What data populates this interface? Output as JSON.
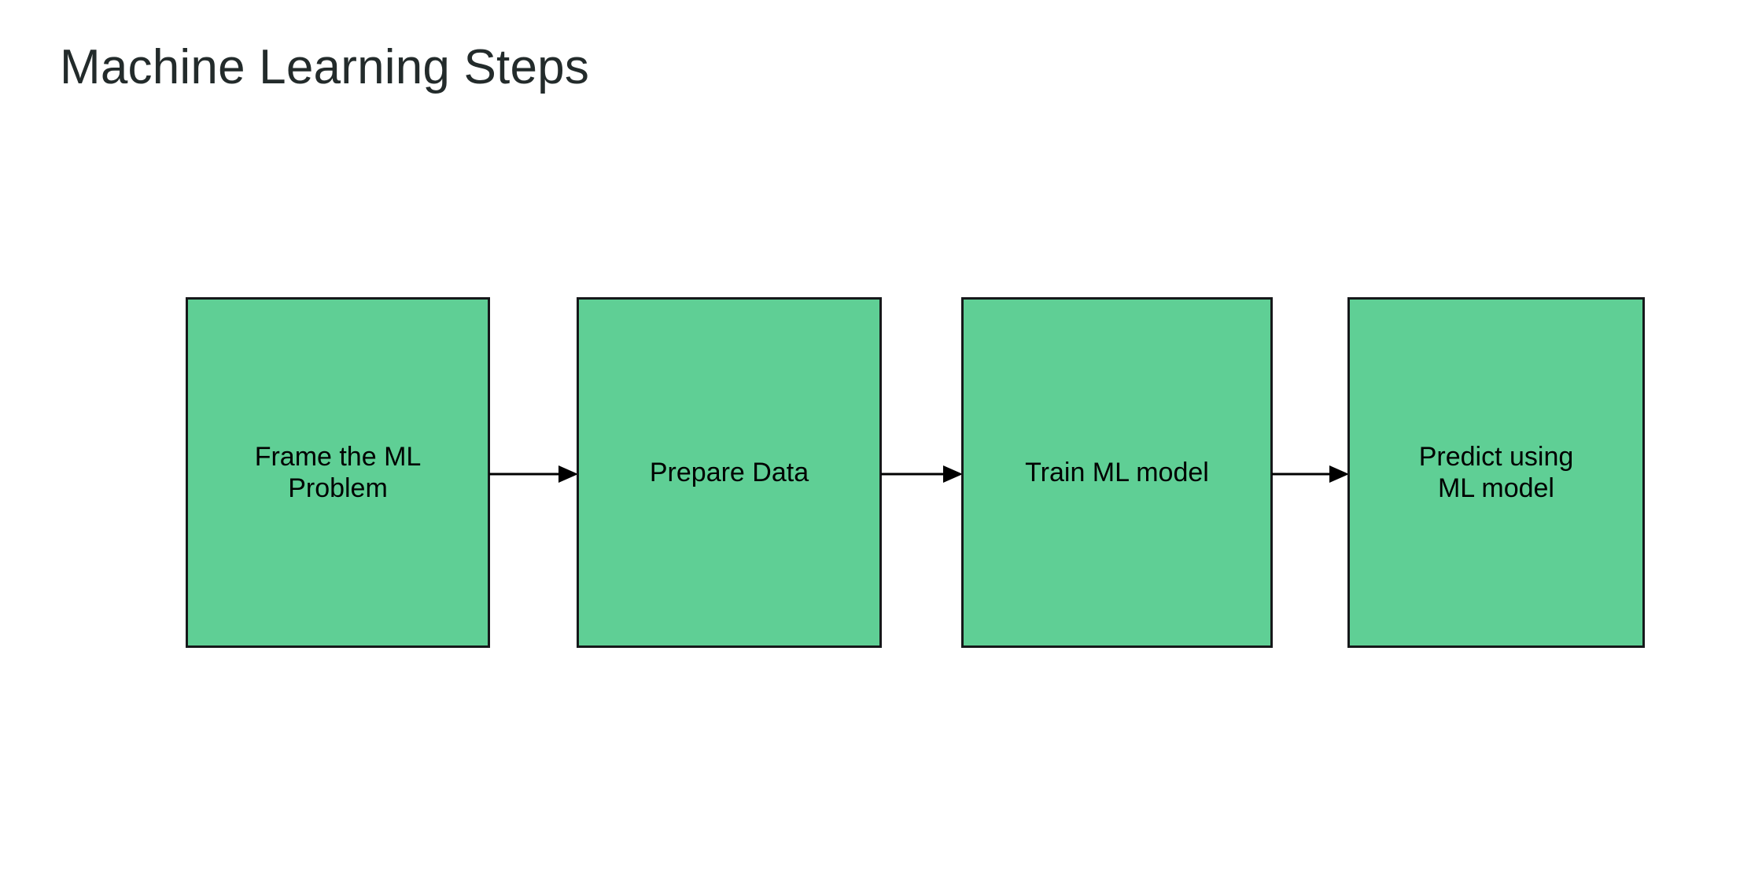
{
  "page": {
    "title": "Machine Learning Steps",
    "background_color": "#ffffff",
    "title_color": "#232b2b"
  },
  "diagram": {
    "type": "flowchart",
    "orientation": "horizontal-left-to-right",
    "node_fill_color": "#5fcf95",
    "node_border_color": "#16181a",
    "node_text_color": "#000000",
    "connector_color": "#000000",
    "nodes": [
      {
        "id": "step-1",
        "label": "Frame the ML\nProblem",
        "order": 1
      },
      {
        "id": "step-2",
        "label": "Prepare Data",
        "order": 2
      },
      {
        "id": "step-3",
        "label": "Train ML model",
        "order": 3
      },
      {
        "id": "step-4",
        "label": "Predict using\nML model",
        "order": 4
      }
    ],
    "connectors": [
      {
        "id": "conn-1",
        "from": "step-1",
        "to": "step-2",
        "style": "solid-arrow"
      },
      {
        "id": "conn-2",
        "from": "step-2",
        "to": "step-3",
        "style": "solid-arrow"
      },
      {
        "id": "conn-3",
        "from": "step-3",
        "to": "step-4",
        "style": "solid-arrow"
      }
    ]
  }
}
